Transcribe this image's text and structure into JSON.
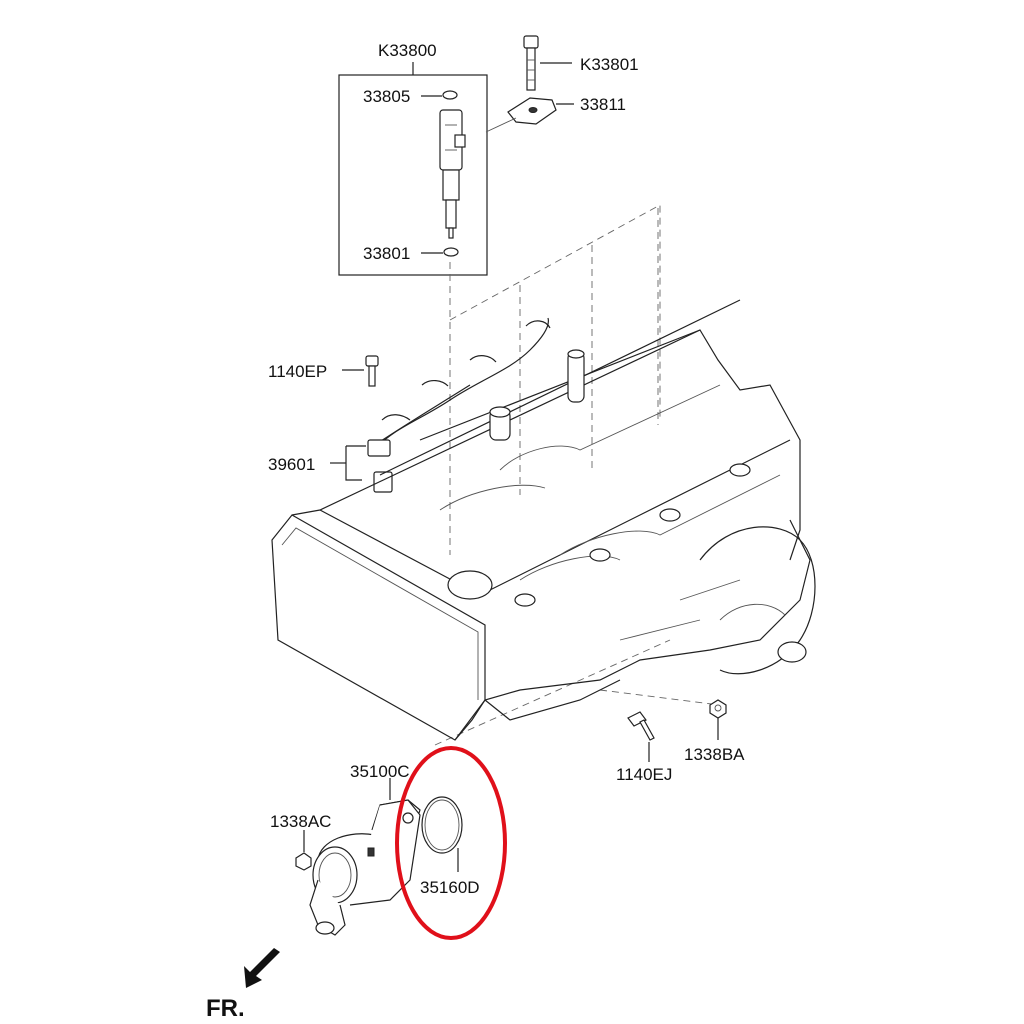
{
  "labels": {
    "k33800": "K33800",
    "k33801": "K33801",
    "p33805": "33805",
    "p33811": "33811",
    "p33801": "33801",
    "p1140ep": "1140EP",
    "p39601": "39601",
    "p35100c": "35100C",
    "p1338ac": "1338AC",
    "p35160d": "35160D",
    "p1140ej": "1140EJ",
    "p1338ba": "1338BA",
    "fr": "FR."
  },
  "colors": {
    "line": "#222222",
    "highlight": "#e0101a",
    "background": "#ffffff"
  },
  "icons": {
    "front_arrow": "arrow-left-down-icon"
  }
}
